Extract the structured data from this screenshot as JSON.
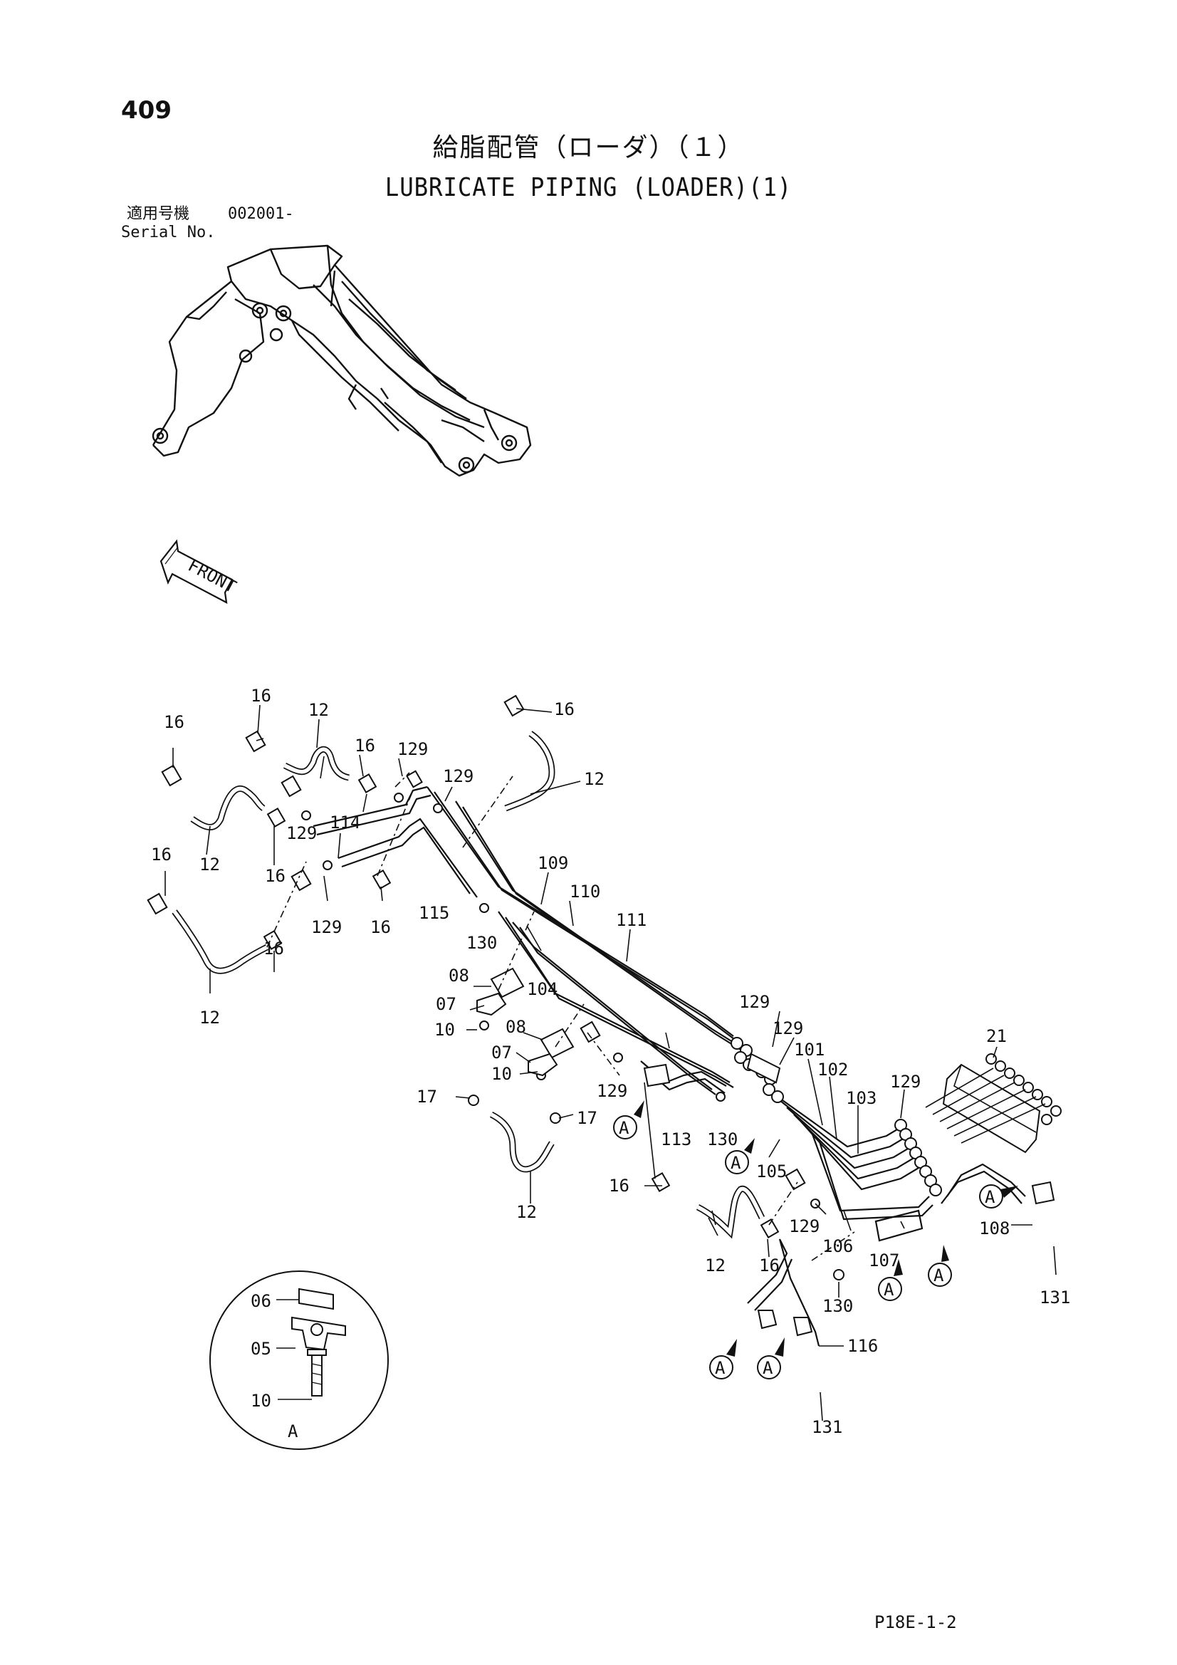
{
  "page_number": "409",
  "title_ja": "給脂配管（ローダ）（１）",
  "title_en": "LUBRICATE PIPING (LOADER)(1)",
  "serial": {
    "label_ja": "適用号機",
    "value": "002001-",
    "label_en": "Serial No."
  },
  "front_label": "FRONT",
  "detail_label": "A",
  "document_code": "P18E-1-2",
  "part_labels": {
    "p16_a": "16",
    "p16_b": "16",
    "p16_c": "16",
    "p16_d": "16",
    "p16_e": "16",
    "p16_f": "16",
    "p16_g": "16",
    "p16_h": "16",
    "p16_i": "16",
    "p16_j": "16",
    "p12_a": "12",
    "p12_b": "12",
    "p12_c": "12",
    "p12_d": "12",
    "p12_e": "12",
    "p12_f": "12",
    "p129_a": "129",
    "p129_b": "129",
    "p129_c": "129",
    "p129_d": "129",
    "p129_e": "129",
    "p129_f": "129",
    "p129_g": "129",
    "p129_h": "129",
    "p129_i": "129",
    "p114": "114",
    "p115": "115",
    "p109": "109",
    "p110": "110",
    "p111": "111",
    "p130_a": "130",
    "p130_b": "130",
    "p130_c": "130",
    "p104": "104",
    "p08_a": "08",
    "p07_a": "07",
    "p10_a": "10",
    "p08_b": "08",
    "p07_b": "07",
    "p10_b": "10",
    "p17_a": "17",
    "p17_b": "17",
    "p113": "113",
    "p105": "105",
    "p101": "101",
    "p102": "102",
    "p103": "103",
    "p21": "21",
    "p106": "106",
    "p107": "107",
    "p108": "108",
    "p131_a": "131",
    "p116": "116",
    "p131_b": "131",
    "p06": "06",
    "p05": "05",
    "p10_c": "10"
  },
  "callout": "A"
}
